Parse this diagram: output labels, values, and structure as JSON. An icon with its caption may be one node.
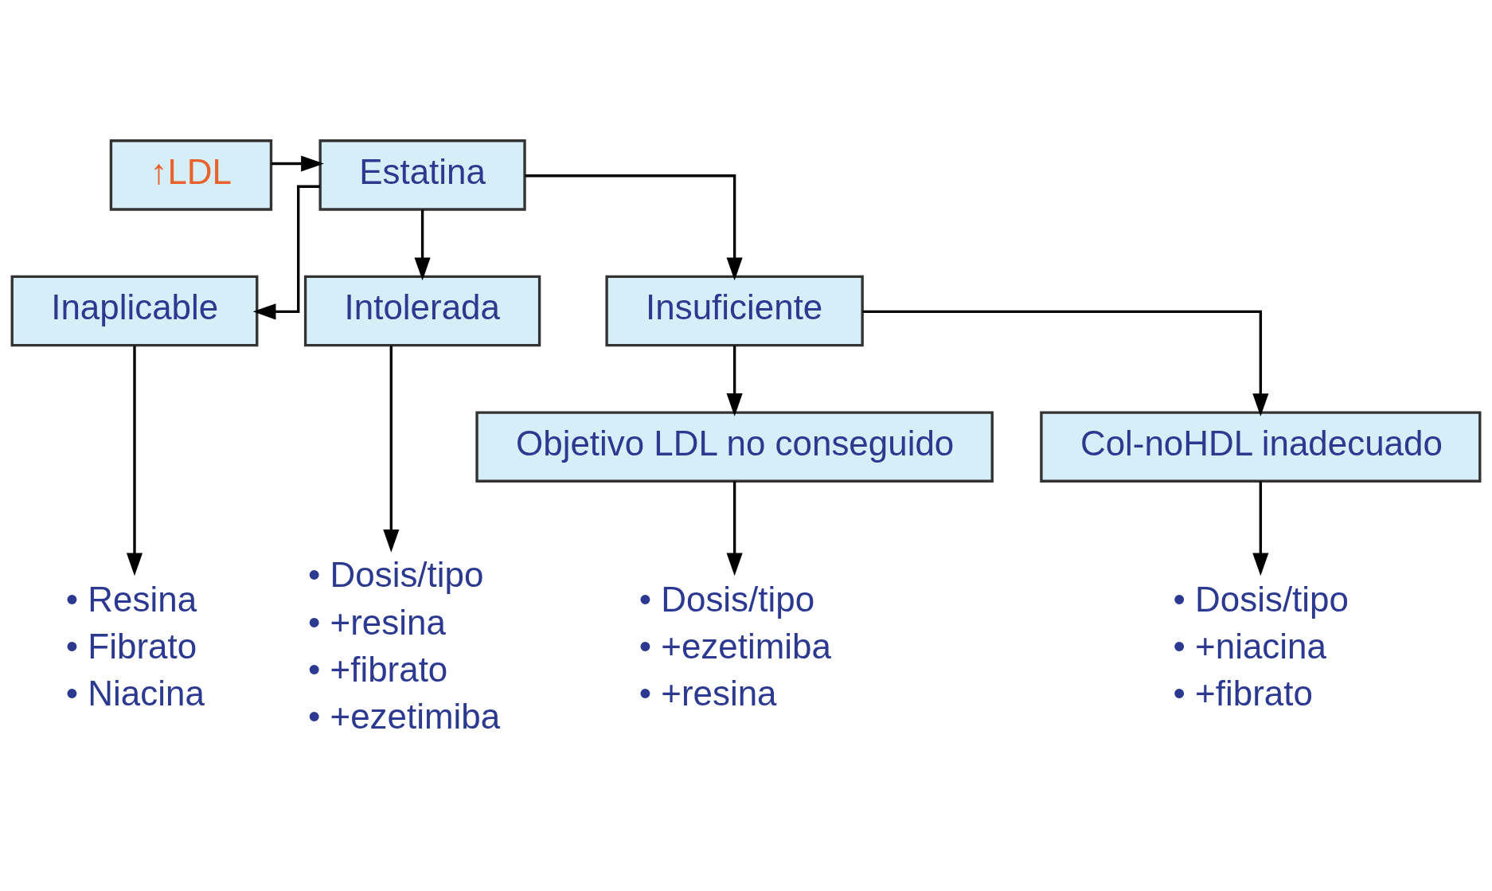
{
  "diagram": {
    "nodes": [
      {
        "text": [
          "↑LDL"
        ]
      },
      {
        "text": [
          "Estatina"
        ]
      },
      {
        "text": [
          "Inaplicable"
        ]
      },
      {
        "text": [
          "Intolerada"
        ]
      },
      {
        "text": [
          "Insuficiente"
        ]
      },
      {
        "text": [
          "Objetivo LDL no conseguido"
        ]
      },
      {
        "text": [
          "Col-noHDL inadecuado"
        ]
      },
      {
        "text": [
          "• Resina",
          "• Fibrato",
          "• Niacina"
        ]
      },
      {
        "text": [
          "• Dosis/tipo",
          "• +resina",
          "• +fibrato",
          "• +ezetimiba"
        ]
      },
      {
        "text": [
          "• Dosis/tipo",
          "• +ezetimiba",
          "• +resina"
        ]
      },
      {
        "text": [
          "• Dosis/tipo",
          "• +niacina",
          "• +fibrato"
        ]
      }
    ],
    "edges": [
      {
        "from": 0,
        "to": 1,
        "arrow": "to"
      },
      {
        "from": 1,
        "to": 2,
        "arrow": "to"
      },
      {
        "from": 1,
        "to": 3,
        "arrow": "to"
      },
      {
        "from": 1,
        "to": 4,
        "arrow": "to"
      },
      {
        "from": 2,
        "to": 7,
        "arrow": "to"
      },
      {
        "from": 3,
        "to": 8,
        "arrow": "to"
      },
      {
        "from": 4,
        "to": 5,
        "arrow": "to"
      },
      {
        "from": 4,
        "to": 6,
        "arrow": "to"
      },
      {
        "from": 5,
        "to": 9,
        "arrow": "to"
      },
      {
        "from": 6,
        "to": 10,
        "arrow": "to"
      }
    ]
  }
}
